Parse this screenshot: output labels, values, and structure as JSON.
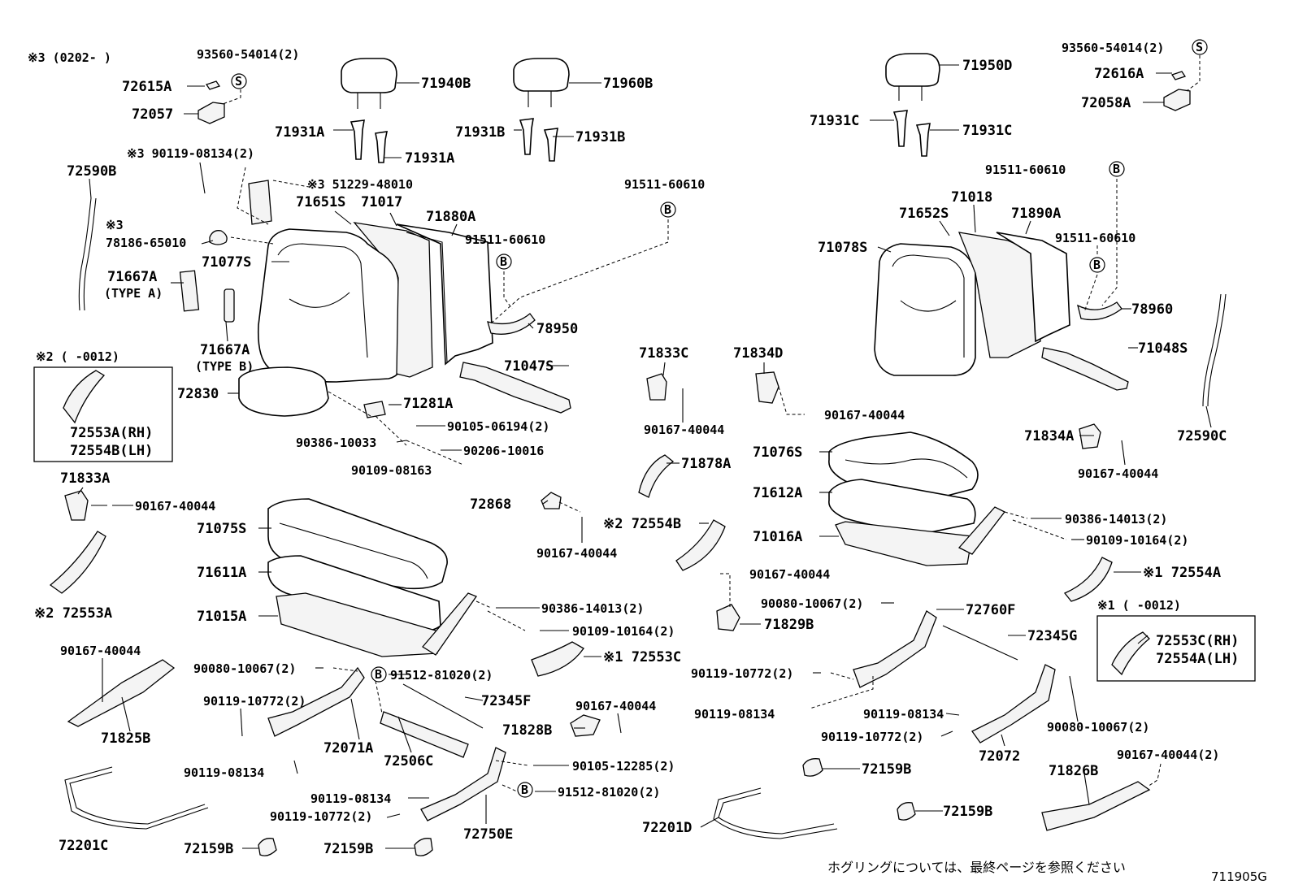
{
  "footer": {
    "note": "ホグリングについては、最終ページを参照ください",
    "diagram_code": "711905G"
  },
  "callouts": {
    "c01": "※3 (0202-     )",
    "c02": "93560-54014(2)",
    "c03": "72615A",
    "c04": "72057",
    "c05": "71940B",
    "c06": "71960B",
    "c07": "71931A",
    "c08": "71931A",
    "c09": "71931B",
    "c10": "71931B",
    "c11": "※3 90119-08134(2)",
    "c12": "72590B",
    "c13": "※3 51229-48010",
    "c14": "71651S",
    "c15": "71017",
    "c16": "71880A",
    "c17": "91511-60610",
    "c18": "91511-60610",
    "c19": "※3",
    "c20": "78186-65010",
    "c21": "71077S",
    "c22": "71667A",
    "c23": "(TYPE A)",
    "c24": "71667A",
    "c25": "(TYPE B)",
    "c26": "78950",
    "c27": "71047S",
    "c28": "※2 (     -0012)",
    "c29": "72553A(RH)",
    "c30": "72554B(LH)",
    "c31": "72830",
    "c32": "71281A",
    "c33": "90105-06194(2)",
    "c34": "90386-10033",
    "c35": "90206-10016",
    "c36": "90109-08163",
    "c37": "71833A",
    "c38": "90167-40044",
    "c39": "72868",
    "c40": "90167-40044",
    "c41": "71075S",
    "c42": "71611A",
    "c43": "71015A",
    "c44": "90386-14013(2)",
    "c45": "90109-10164(2)",
    "c46": "※2 72553A",
    "c47": "90167-40044",
    "c48": "90080-10067(2)",
    "c49": "91512-81020(2)",
    "c50": "72345F",
    "c51": "※1 72553C",
    "c52": "90119-10772(2)",
    "c53": "71825B",
    "c54": "90167-40044",
    "c55": "71828B",
    "c56": "72071A",
    "c57": "72506C",
    "c58": "90119-08134",
    "c59": "90105-12285(2)",
    "c60": "90119-08134",
    "c61": "91512-81020(2)",
    "c62": "90119-10772(2)",
    "c63": "72201C",
    "c64": "72750E",
    "c65": "72159B",
    "c66": "72159B",
    "c67": "71833C",
    "c68": "71834D",
    "c69": "90167-40044",
    "c70": "90167-40044",
    "c71": "71878A",
    "c72": "※2 72554B",
    "c73": "90167-40044",
    "c74": "71829B",
    "c75": "93560-54014(2)",
    "c76": "72616A",
    "c77": "72058A",
    "c78": "71950D",
    "c79": "71931C",
    "c80": "71931C",
    "c81": "91511-60610",
    "c82": "71018",
    "c83": "71652S",
    "c84": "71890A",
    "c85": "71078S",
    "c86": "91511-60610",
    "c87": "78960",
    "c88": "71048S",
    "c89": "71834A",
    "c90": "72590C",
    "c91": "90167-40044",
    "c92": "71076S",
    "c93": "71612A",
    "c94": "71016A",
    "c95": "90386-14013(2)",
    "c96": "90109-10164(2)",
    "c97": "※1 72554A",
    "c98": "※1 (     -0012)",
    "c99": "72553C(RH)",
    "c100": "72554A(LH)",
    "c101": "90080-10067(2)",
    "c102": "72760F",
    "c103": "72345G",
    "c104": "90119-10772(2)",
    "c105": "90119-08134",
    "c106": "90119-08134",
    "c107": "90119-10772(2)",
    "c108": "90080-10067(2)",
    "c109": "72072",
    "c110": "72159B",
    "c111": "72159B",
    "c112": "72201D",
    "c113": "71826B",
    "c114": "90167-40044(2)"
  },
  "markers": {
    "S": "S",
    "B": "B"
  }
}
